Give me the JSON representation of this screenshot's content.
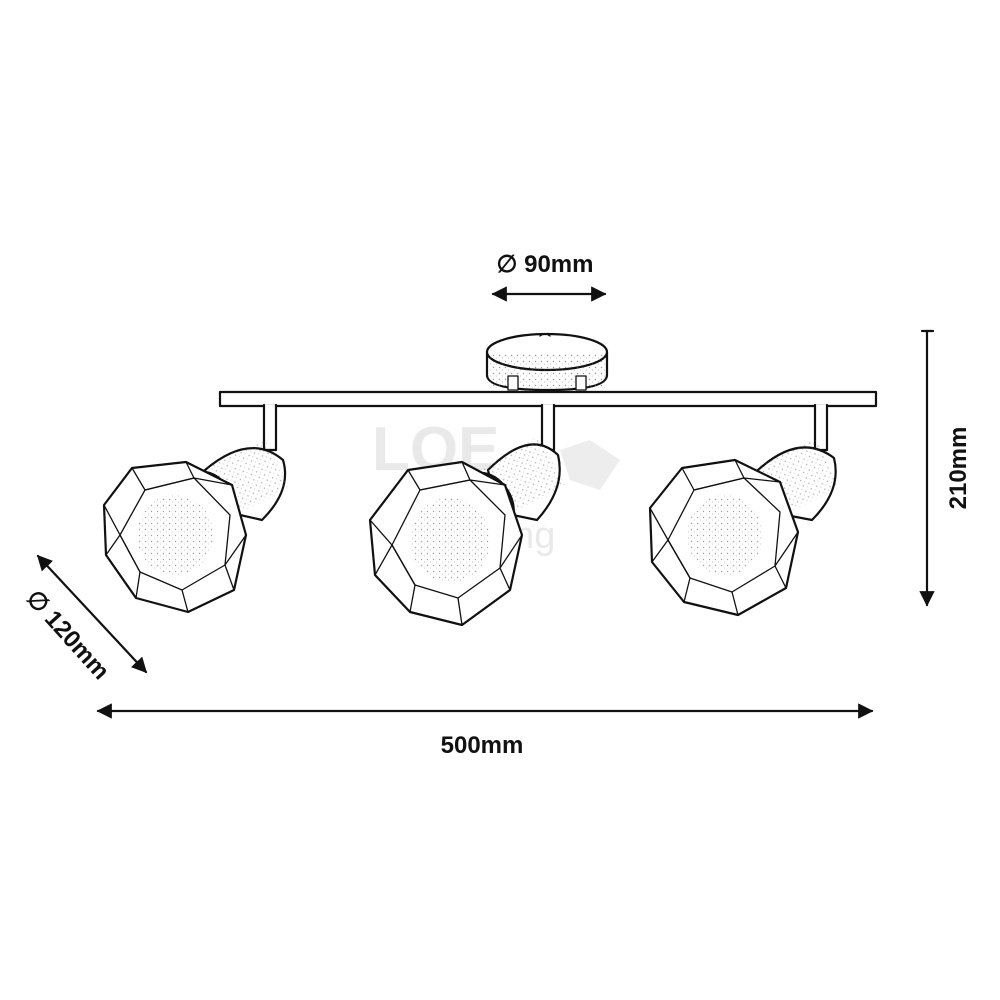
{
  "dimensions": {
    "base_diameter": "∅ 90mm",
    "height": "210mm",
    "shade_diameter": "∅ 120mm",
    "width": "500mm"
  },
  "watermark": {
    "text": "lighting",
    "name": "logo-watermark"
  },
  "colors": {
    "line": "#111111",
    "background": "#ffffff"
  }
}
